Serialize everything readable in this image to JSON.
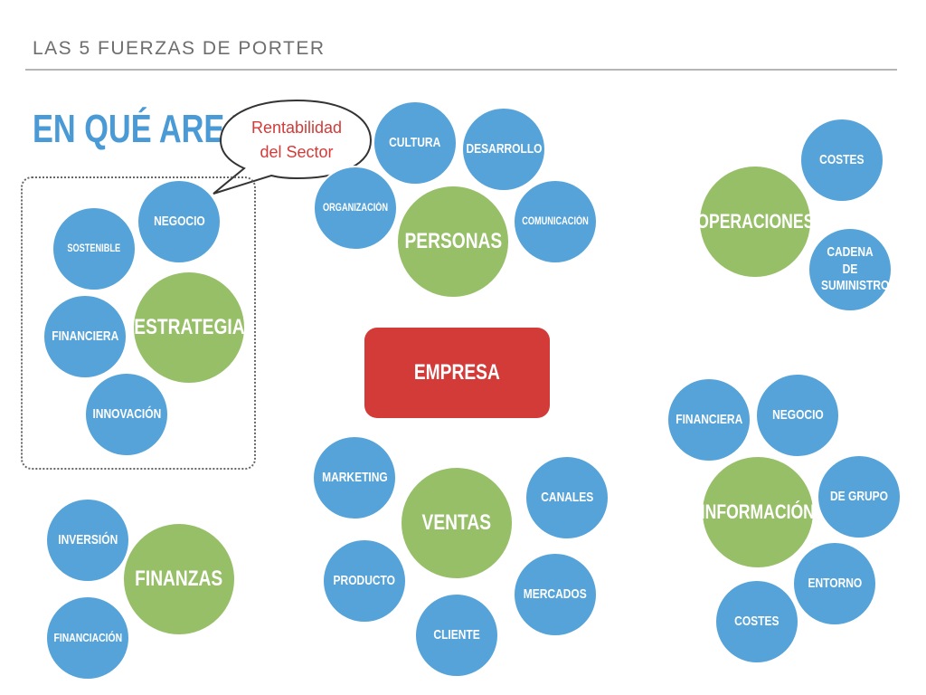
{
  "header": {
    "title": "LAS 5 FUERZAS DE PORTER"
  },
  "area_title": "EN QUÉ AREA",
  "callout": {
    "line1": "Rentabilidad",
    "line2": "del Sector"
  },
  "center": "EMPRESA",
  "groups": {
    "estrategia": {
      "main": "ESTRATEGIA",
      "items": [
        "NEGOCIO",
        "SOSTENIBLE",
        "FINANCIERA",
        "INNOVACIÓN"
      ]
    },
    "personas": {
      "main": "PERSONAS",
      "items": [
        "CULTURA",
        "DESARROLLO",
        "ORGANIZACIÓN",
        "COMUNICACIÓN"
      ]
    },
    "operaciones": {
      "main": "OPERACIONES",
      "items": [
        "COSTES",
        "CADENA DE SUMINISTRO"
      ]
    },
    "informacion": {
      "main": "INFORMACIÓN",
      "items": [
        "FINANCIERA",
        "NEGOCIO",
        "DE GRUPO",
        "ENTORNO",
        "COSTES"
      ]
    },
    "ventas": {
      "main": "VENTAS",
      "items": [
        "MARKETING",
        "CANALES",
        "PRODUCTO",
        "MERCADOS",
        "CLIENTE"
      ]
    },
    "finanzas": {
      "main": "FINANZAS",
      "items": [
        "INVERSIÓN",
        "FINANCIACIÓN"
      ]
    }
  },
  "colors": {
    "blue": "#55a3d9",
    "green": "#96bf68",
    "red": "#d23b38"
  }
}
